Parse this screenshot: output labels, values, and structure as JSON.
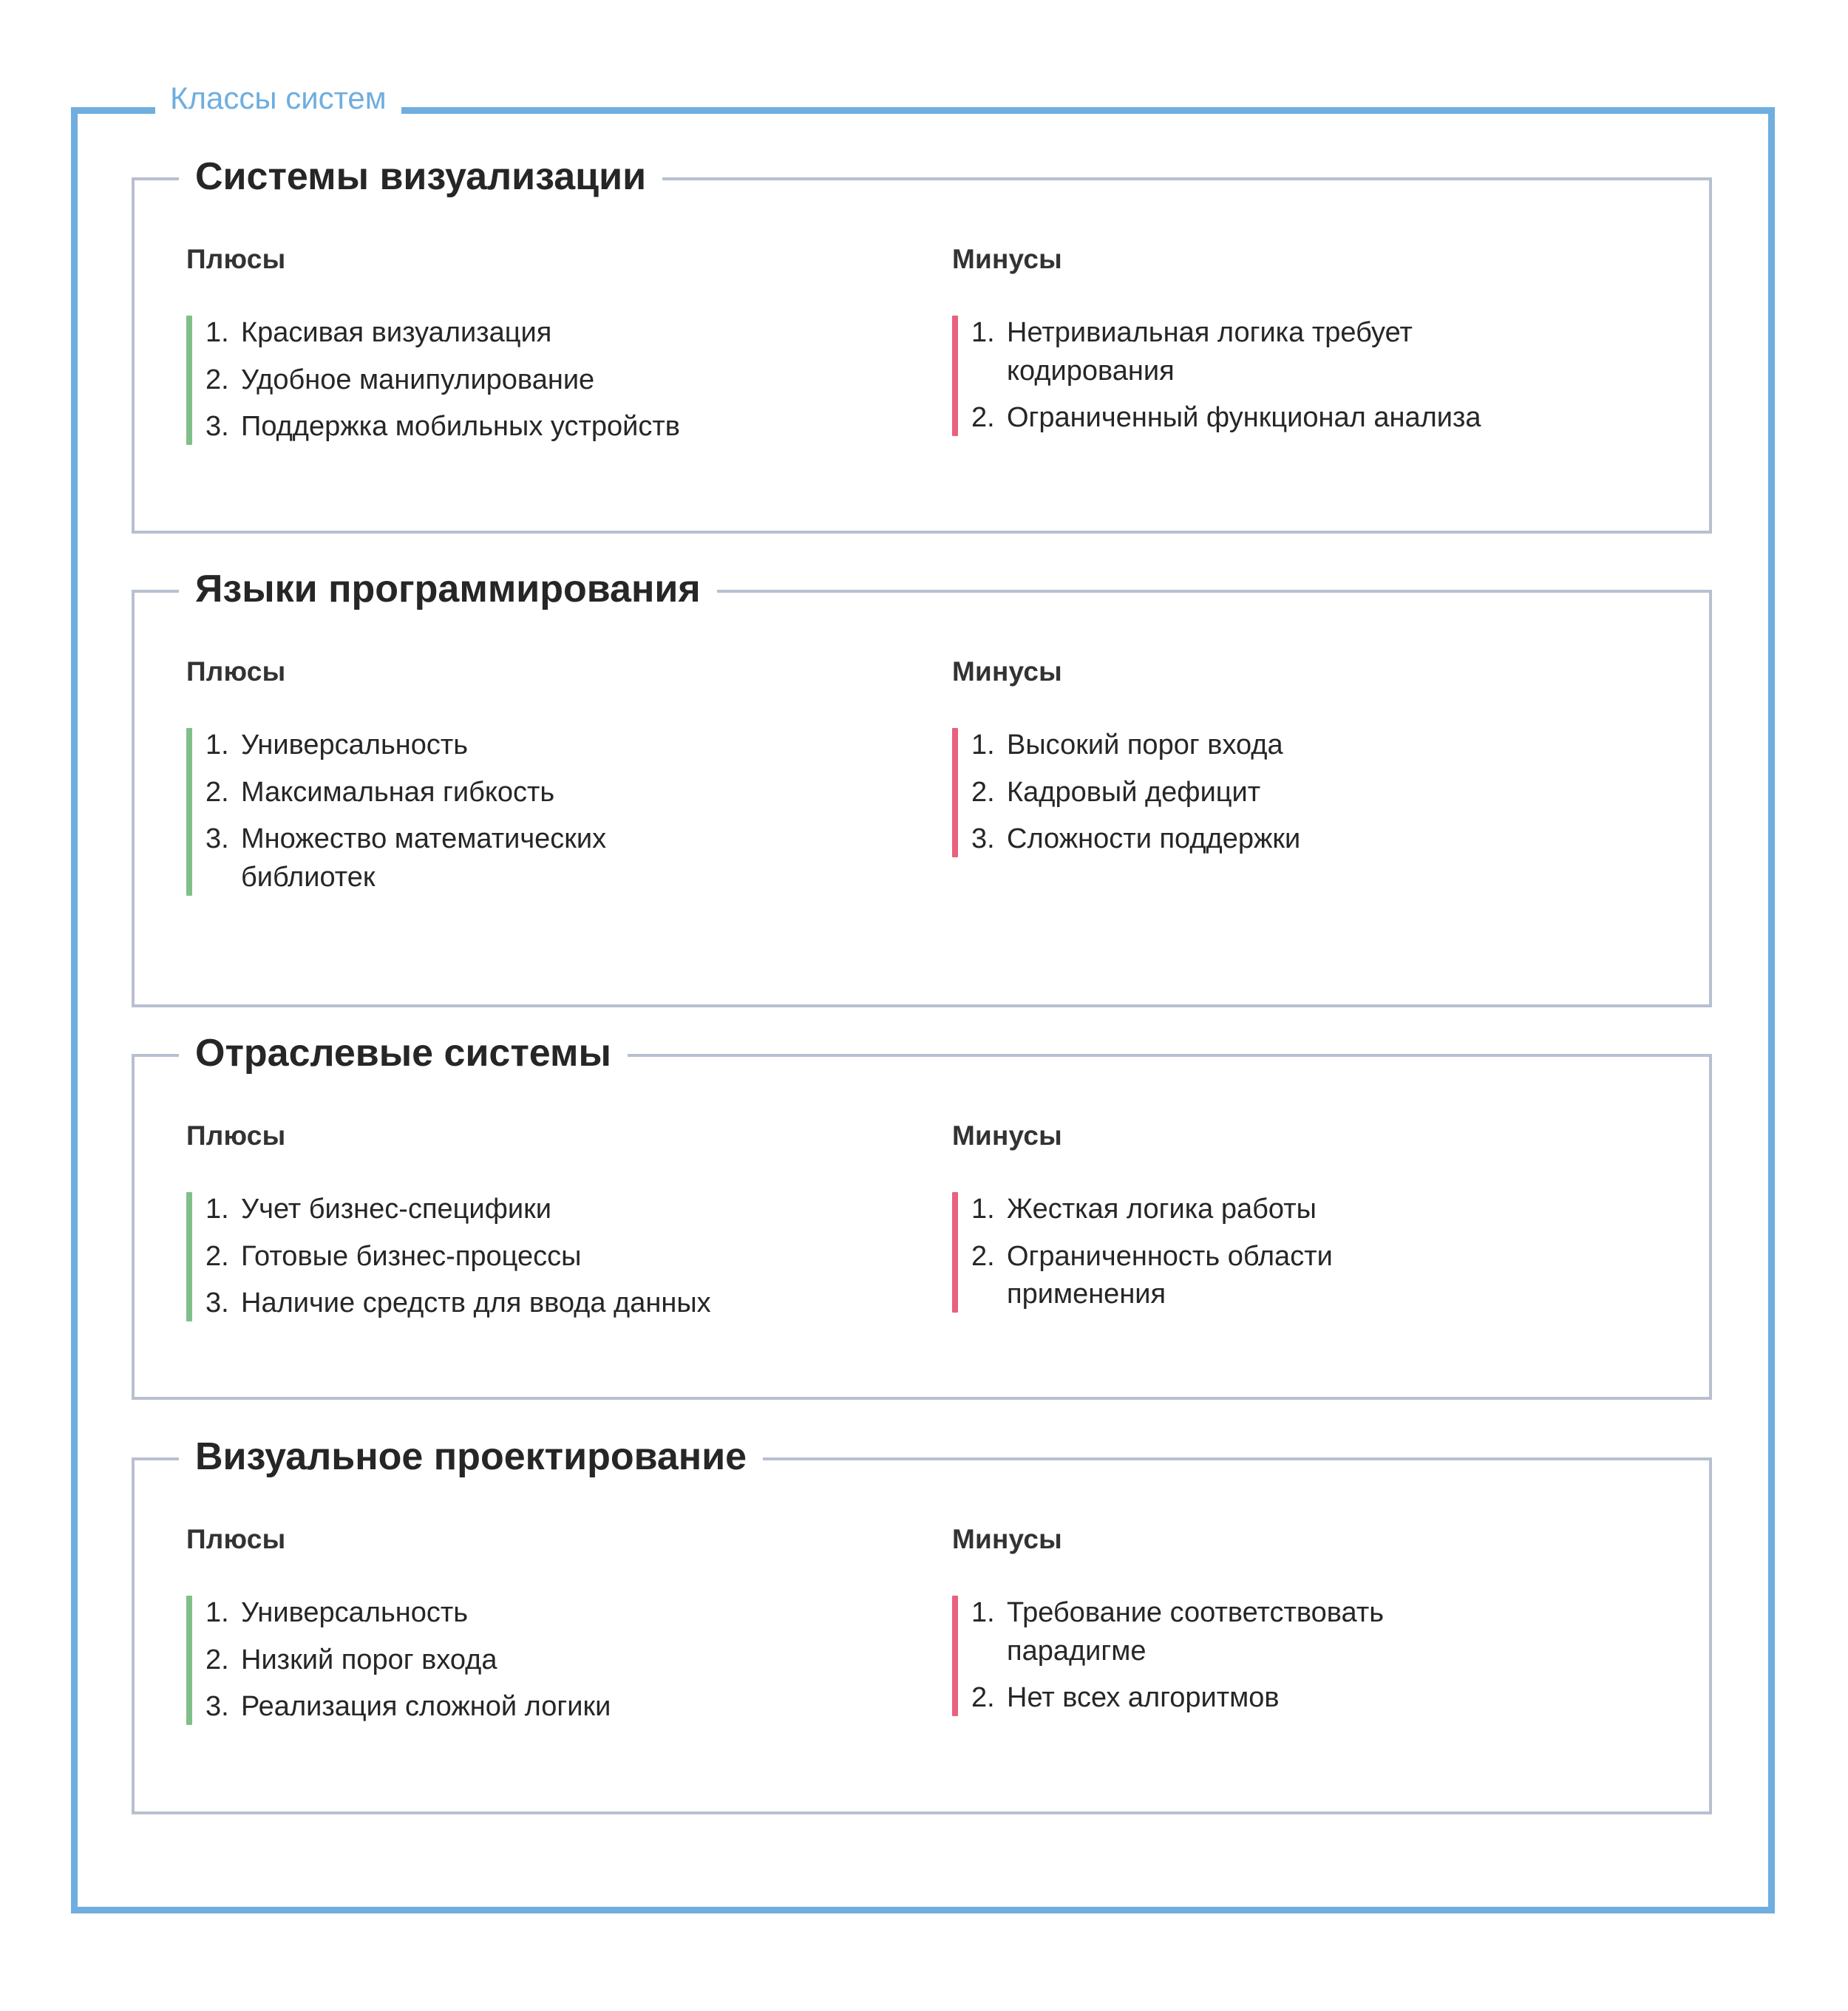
{
  "frame": {
    "legend": "Классы систем",
    "accent_color": "#6FAEDF",
    "inner_border_color": "#B8BFD0",
    "pros_bar_color": "#7FC08A",
    "cons_bar_color": "#E8627E"
  },
  "labels": {
    "pros": "Плюсы",
    "cons": "Минусы"
  },
  "sections": [
    {
      "title": "Системы визуализации",
      "pros": [
        "Красивая визуализация",
        "Удобное манипулирование",
        "Поддержка мобильных устройств"
      ],
      "cons": [
        "Нетривиальная логика требует\nкодирования",
        "Ограниченный функционал анализа"
      ]
    },
    {
      "title": "Языки программирования",
      "pros": [
        "Универсальность",
        "Максимальная гибкость",
        "Множество математических\nбиблиотек"
      ],
      "cons": [
        "Высокий порог входа",
        "Кадровый дефицит",
        "Сложности поддержки"
      ]
    },
    {
      "title": "Отраслевые системы",
      "pros": [
        "Учет бизнес-специфики",
        "Готовые бизнес-процессы",
        "Наличие средств для ввода данных"
      ],
      "cons": [
        "Жесткая логика работы",
        "Ограниченность области\nприменения"
      ]
    },
    {
      "title": "Визуальное проектирование",
      "pros": [
        "Универсальность",
        "Низкий порог входа",
        "Реализация сложной логики"
      ],
      "cons": [
        "Требование соответствовать\nпарадигме",
        "Нет всех алгоритмов"
      ]
    }
  ]
}
